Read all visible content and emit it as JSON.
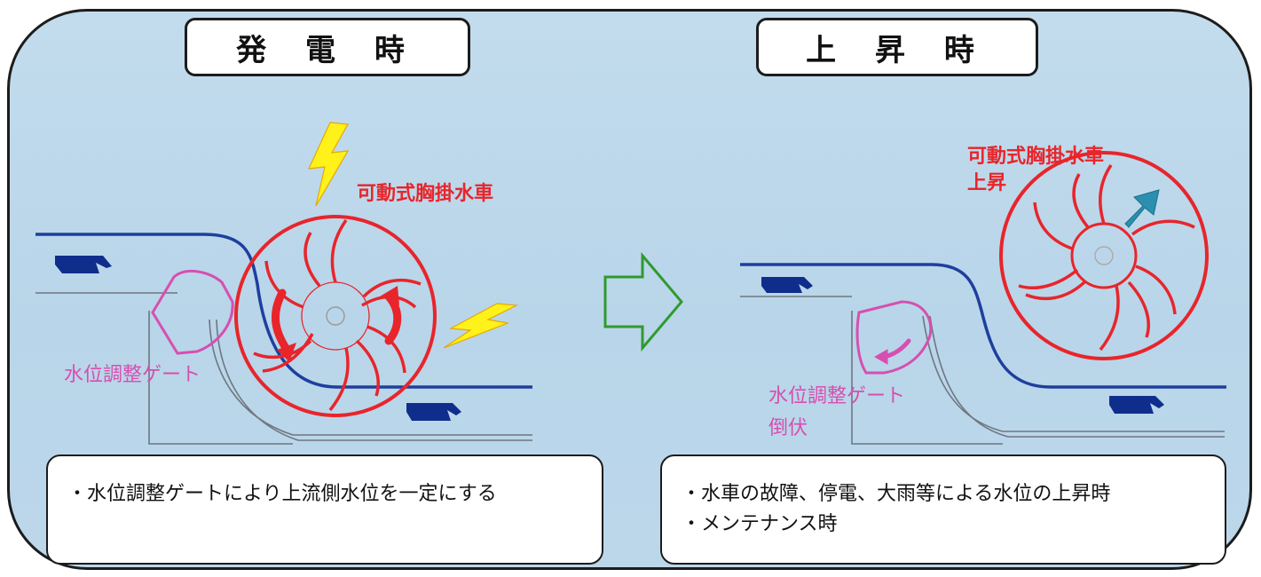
{
  "left_panel": {
    "title": "発 電 時",
    "wheel_label": "可動式胸掛水車",
    "gate_label": "水位調整ゲート",
    "note_lines": [
      "・水位調整ゲートにより上流側水位を一定にする"
    ]
  },
  "right_panel": {
    "title": "上 昇 時",
    "wheel_label_line1": "可動式胸掛水車",
    "wheel_label_line2": "上昇",
    "gate_label_line1": "水位調整ゲート",
    "gate_label_line2": "倒伏",
    "note_lines": [
      "・水車の故障、停電、大雨等による水位の上昇時",
      "・メンテナンス時"
    ]
  },
  "colors": {
    "water_line": "#1f3f9e",
    "wheel": "#e8252b",
    "gate": "#d64fb0",
    "flow_marker": "#0f2e8c",
    "lightning": "#fff21a",
    "transition_arrow": "#2f9a2f",
    "lift_arrow": "#2b8fb0",
    "background": "#bdd8eb"
  },
  "icons": [
    "lightning-icon",
    "transition-arrow-icon",
    "lift-arrow-icon",
    "flow-direction-icon"
  ]
}
